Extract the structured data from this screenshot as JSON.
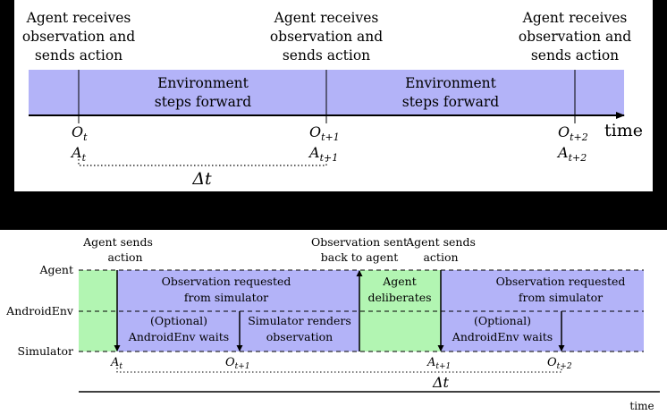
{
  "top_diagram": {
    "events": [
      {
        "line1": "Agent receives",
        "line2": "observation and",
        "line3": "sends action",
        "obs_base": "O",
        "obs_sub": "t",
        "act_base": "A",
        "act_sub": "t"
      },
      {
        "line1": "Agent receives",
        "line2": "observation and",
        "line3": "sends action",
        "obs_base": "O",
        "obs_sub": "t+1",
        "act_base": "A",
        "act_sub": "t+1"
      },
      {
        "line1": "Agent receives",
        "line2": "observation and",
        "line3": "sends action",
        "obs_base": "O",
        "obs_sub": "t+2",
        "act_base": "A",
        "act_sub": "t+2"
      }
    ],
    "env_steps": [
      {
        "line1": "Environment",
        "line2": "steps forward"
      },
      {
        "line1": "Environment",
        "line2": "steps forward"
      }
    ],
    "axis_label": "time",
    "delta_label": "Δt",
    "colors": {
      "band": "#b3b3f8",
      "panel": "#ffffff",
      "text": "#000000"
    }
  },
  "bottom_diagram": {
    "lanes": {
      "agent": "Agent",
      "androidenv": "AndroidEnv",
      "simulator": "Simulator"
    },
    "top_labels": {
      "agent_sends_1": {
        "line1": "Agent sends",
        "line2": "action"
      },
      "obs_sent": {
        "line1": "Observation sent",
        "line2": "back to agent"
      },
      "agent_sends_2": {
        "line1": "Agent sends",
        "line2": "action"
      }
    },
    "blocks": {
      "obs_requested_1": {
        "line1": "Observation requested",
        "line2": "from simulator"
      },
      "optional_waits_1": {
        "line1": "(Optional)",
        "line2": "AndroidEnv waits"
      },
      "simulator_renders": {
        "line1": "Simulator renders",
        "line2": "observation"
      },
      "agent_deliberates": {
        "line1": "Agent",
        "line2": "deliberates"
      },
      "obs_requested_2": {
        "line1": "Observation requested",
        "line2": "from simulator"
      },
      "optional_waits_2": {
        "line1": "(Optional)",
        "line2": "AndroidEnv waits"
      }
    },
    "ticks": [
      {
        "base": "A",
        "sub": "t"
      },
      {
        "base": "O",
        "sub": "t+1"
      },
      {
        "base": "A",
        "sub": "t+1"
      },
      {
        "base": "O",
        "sub": "t+2"
      }
    ],
    "delta_label": "Δt",
    "axis_label": "time",
    "colors": {
      "green": "#b2f5b2",
      "purple": "#b3b3f8",
      "panel": "#ffffff",
      "text": "#000000"
    }
  }
}
